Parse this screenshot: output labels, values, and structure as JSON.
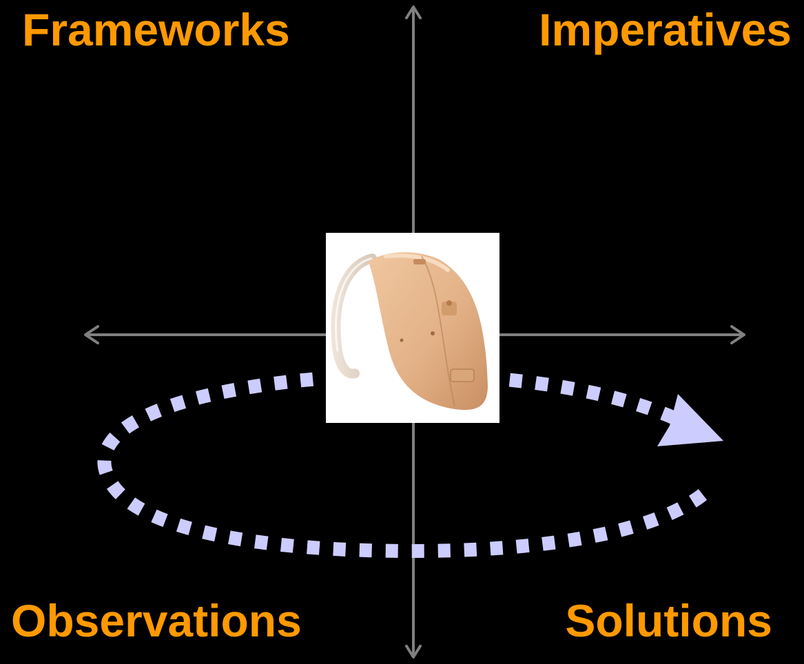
{
  "quadrants": {
    "top_left": "Frameworks",
    "top_right": "Imperatives",
    "bottom_left": "Observations",
    "bottom_right": "Solutions"
  },
  "colors": {
    "background": "#000000",
    "label": "#FF9900",
    "axis": "#808080",
    "cycle_arrow": "#CCCCFF",
    "center_image_bg": "#FFFFFF",
    "device_skin": "#E8B98F"
  },
  "center_image": {
    "icon": "hearing-aid-icon"
  }
}
